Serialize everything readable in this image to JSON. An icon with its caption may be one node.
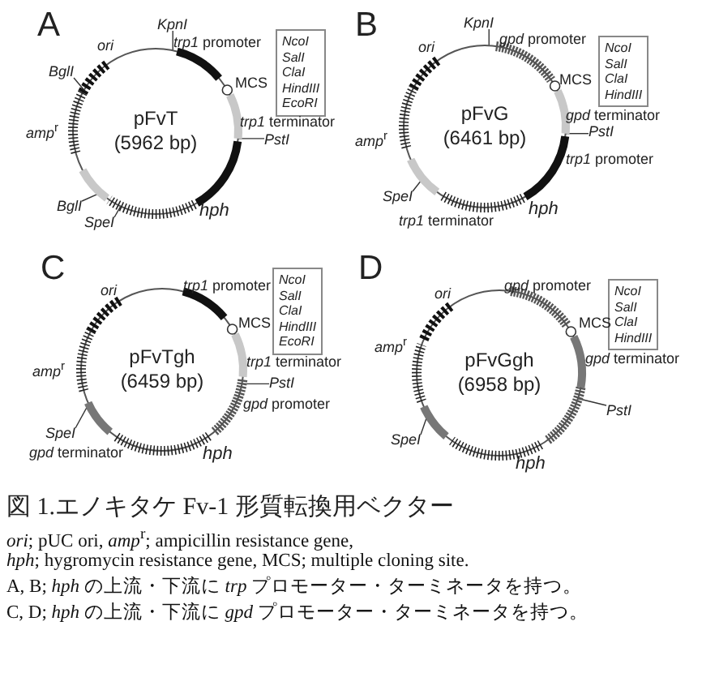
{
  "diagram": {
    "caption": "図 1.エノキタケ Fv-1 形質転換用ベクター",
    "nodes": [
      {
        "text": [
          "pFvT",
          "(5962 bp)"
        ]
      },
      {
        "text": [
          "KpnI"
        ]
      },
      {
        "text": [
          "NcoI",
          "SalI",
          "ClaI",
          "HindIII",
          "EcoRI"
        ]
      },
      {
        "text": [
          "BglI"
        ]
      },
      {
        "text": [
          "PstI"
        ]
      },
      {
        "text": [
          "BglI"
        ]
      },
      {
        "text": [
          "SpeI"
        ]
      },
      {
        "text": [
          "pFvG",
          "(6461 bp)"
        ]
      },
      {
        "text": [
          "KpnI"
        ]
      },
      {
        "text": [
          "NcoI",
          "SalI",
          "ClaI",
          "HindIII"
        ]
      },
      {
        "text": [
          "PstI"
        ]
      },
      {
        "text": [
          "SpeI"
        ]
      },
      {
        "text": [
          "pFvTgh",
          "(6459 bp)"
        ]
      },
      {
        "text": [
          "NcoI",
          "SalI",
          "ClaI",
          "HindIII",
          "EcoRI"
        ]
      },
      {
        "text": [
          "PstI"
        ]
      },
      {
        "text": [
          "SpeI"
        ]
      },
      {
        "text": [
          "pFvGgh",
          "(6958 bp)"
        ]
      },
      {
        "text": [
          "NcoI",
          "SalI",
          "ClaI",
          "HindIII"
        ]
      },
      {
        "text": [
          "PstI"
        ]
      },
      {
        "text": [
          "SpeI"
        ]
      }
    ],
    "edges": [
      {
        "from": 1,
        "to": 0,
        "arrow": "none"
      },
      {
        "from": 3,
        "to": 0,
        "arrow": "none"
      },
      {
        "from": 4,
        "to": 0,
        "arrow": "none"
      },
      {
        "from": 5,
        "to": 0,
        "arrow": "none"
      },
      {
        "from": 6,
        "to": 0,
        "arrow": "none"
      },
      {
        "from": 8,
        "to": 7,
        "arrow": "none"
      },
      {
        "from": 10,
        "to": 7,
        "arrow": "none"
      },
      {
        "from": 11,
        "to": 7,
        "arrow": "none"
      },
      {
        "from": 14,
        "to": 12,
        "arrow": "none"
      },
      {
        "from": 15,
        "to": 12,
        "arrow": "none"
      },
      {
        "from": 18,
        "to": 16,
        "arrow": "none"
      },
      {
        "from": 19,
        "to": 16,
        "arrow": "none"
      }
    ],
    "labels": [
      "A",
      "*ori*",
      "*trp1* promoter",
      "MCS",
      "*amp*$^{r}$",
      "*trp1* terminator",
      "*hph*",
      "B",
      "*ori*",
      "*gpd* promoter",
      "MCS",
      "*gpd* terminator",
      "*amp*$^{r}$",
      "*trp1* promoter",
      "*hph*",
      "*trp1* terminator",
      "C",
      "*ori*",
      "*trp1* promoter",
      "MCS",
      "*trp1* terminator",
      "*amp*$^{r}$",
      "*gpd* promoter",
      "*gpd* terminator",
      "*hph*",
      "D",
      "*ori*",
      "*gpd* promoter",
      "MCS",
      "*amp*$^{r}$",
      "*gpd* terminator",
      "*hph*",
      "*ori*; pUC ori, *amp*$^{r}$; ampicillin resistance gene,",
      "*hph*; hygromycin resistance gene, MCS; multiple cloning site.",
      "A, B; *hph* の上流・下流に *trp* プロモーター・ターミネータを持つ。",
      "C, D; *hph* の上流・下流に *gpd* プロモーター・ターミネータを持つ。"
    ]
  }
}
